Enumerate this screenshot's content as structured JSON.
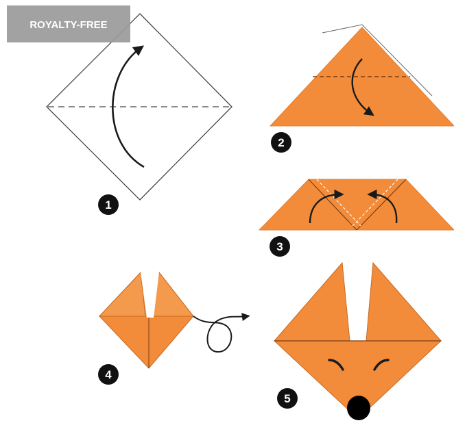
{
  "watermark": {
    "label": "ROYALTY-FREE"
  },
  "colors": {
    "paper_orange": "#f28c3b",
    "paper_white": "#ffffff",
    "outline": "#1a1a1a",
    "badge_fill": "#111111",
    "badge_text": "#ffffff",
    "watermark_bg": "#9b9b9b",
    "watermark_text": "#ffffff",
    "nose": "#000000"
  },
  "steps": [
    {
      "number": "1"
    },
    {
      "number": "2"
    },
    {
      "number": "3"
    },
    {
      "number": "4"
    },
    {
      "number": "5"
    }
  ]
}
